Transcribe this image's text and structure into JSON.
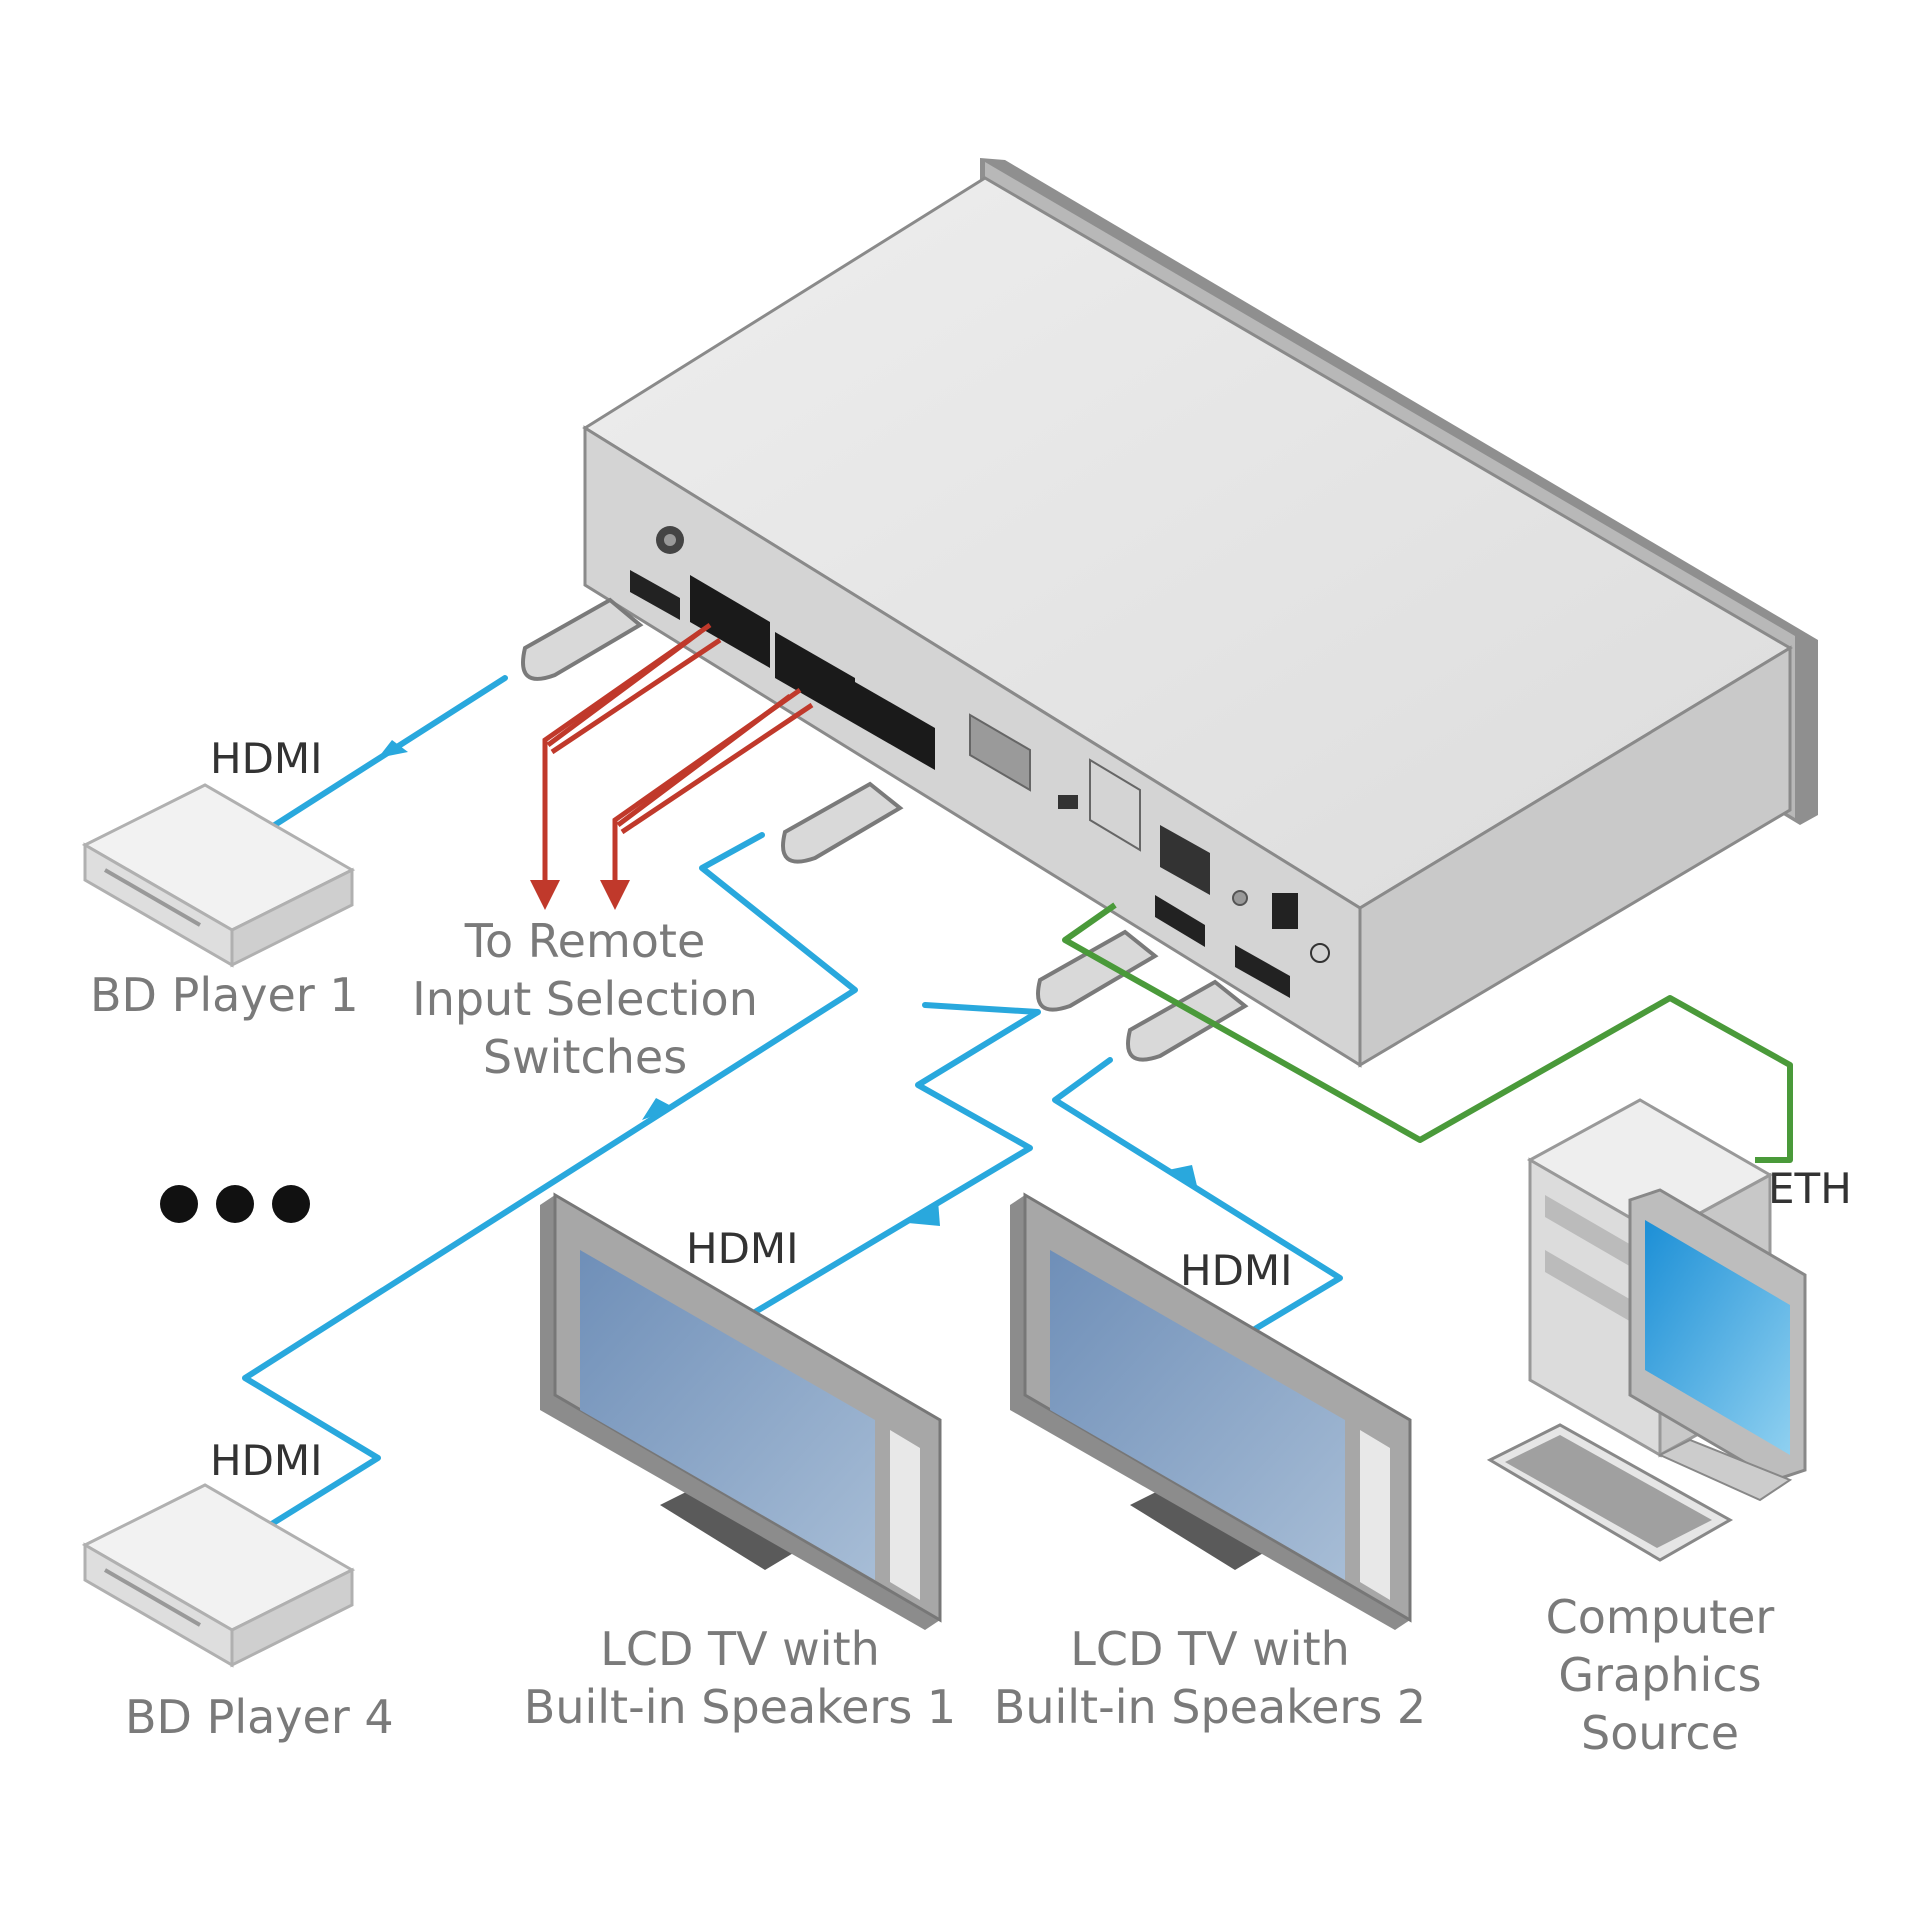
{
  "colors": {
    "hdmi_cable": "#29a8dd",
    "ethernet_cable": "#4a9a3a",
    "remote_wire": "#c0392b",
    "device_body": "#e6e6e6",
    "device_edge": "#9a9a9a",
    "screen": "#7f9fc4"
  },
  "labels": {
    "hdmi_bd1": "HDMI",
    "hdmi_bd4": "HDMI",
    "hdmi_tv1": "HDMI",
    "hdmi_tv2": "HDMI",
    "eth": "ETH",
    "bd_player_1": "BD Player 1",
    "bd_player_4": "BD Player 4",
    "remote_switches": [
      "To Remote",
      "Input Selection",
      "Switches"
    ],
    "tv1": [
      "LCD TV with",
      "Built-in Speakers 1"
    ],
    "tv2": [
      "LCD TV with",
      "Built-in Speakers 2"
    ],
    "computer": [
      "Computer",
      "Graphics",
      "Source"
    ]
  },
  "icons": [
    "switcher-unit-icon",
    "bd-player-icon",
    "lcd-tv-icon",
    "computer-icon",
    "ellipsis-icon"
  ]
}
